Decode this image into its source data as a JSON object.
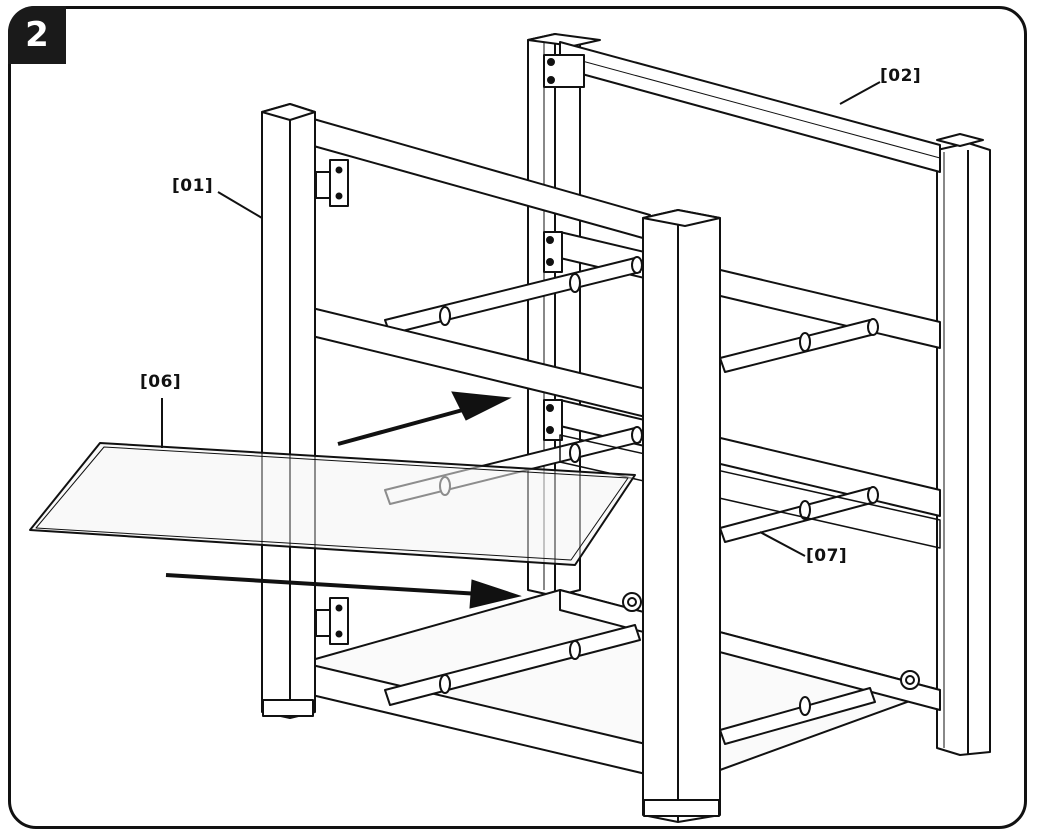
{
  "step": {
    "number": "2"
  },
  "callouts": {
    "c01": "[01]",
    "c02": "[02]",
    "c06": "[06]",
    "c07": "[07]"
  },
  "colors": {
    "line": "#111111",
    "fill": "#ffffff",
    "glass": "#f4f4f4",
    "badge": "#1a1a1a"
  }
}
